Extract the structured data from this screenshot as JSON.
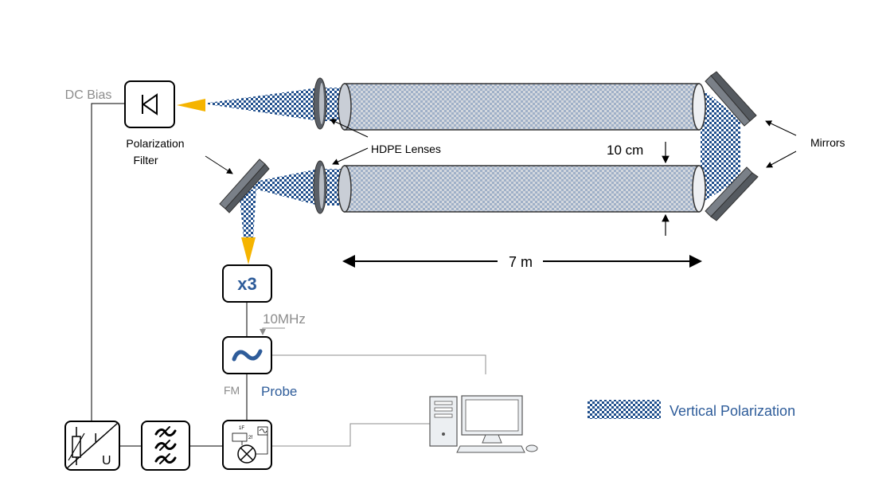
{
  "labels": {
    "dc_bias": "DC Bias",
    "polarization_filter_line1": "Polarization",
    "polarization_filter_line2": "Filter",
    "hdpe_lenses": "HDPE Lenses",
    "mirrors": "Mirrors",
    "diameter": "10 cm",
    "length": "7 m",
    "multiplier": "x3",
    "reference_freq": "10MHz",
    "fm": "FM",
    "probe": "Probe",
    "legend_vertical_polarization": "Vertical Polarization",
    "iu_i": "I",
    "iu_u": "U",
    "mixer_1f": "1F",
    "mixer_2f": "2f"
  },
  "icons": {
    "detector": "detector-diode-icon",
    "source": "tilde-source-icon",
    "filter": "lowpass-filter-icon",
    "mixer": "mixer-icon",
    "computer": "desktop-computer-icon"
  },
  "colors": {
    "beam_checker": "#1f4e8c",
    "arrow_yellow": "#f5b400",
    "text_blue": "#2e5c9a",
    "text_gray": "#8c8c8c",
    "box_stroke": "#000000",
    "tube_fill": "#dfe3e8",
    "mirror_fill": "#555a60"
  }
}
